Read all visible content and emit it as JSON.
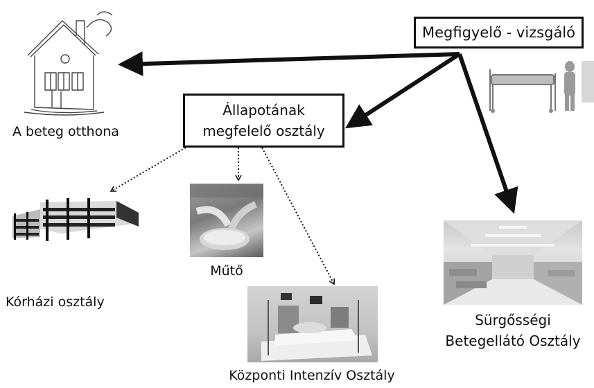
{
  "source_box": {
    "label": "Megfigyelő - vizsgáló"
  },
  "middle_box": {
    "line1": "Állapotának",
    "line2": "megfelelő osztály"
  },
  "destinations": {
    "home": "A beteg otthona",
    "hospital_ward": "Kórházi osztály",
    "operating_room": "Műtő",
    "icu": "Központi Intenzív Osztály",
    "emergency_line1": "Sürgősségi",
    "emergency_line2": "Betegellátó Osztály"
  },
  "icons": {
    "home": "house-sketch-icon",
    "observer": "hospital-bed-icon",
    "hospital_ward": "hospital-building-icon",
    "operating_room": "surgery-photo",
    "icu": "icu-photo",
    "emergency": "emergency-ward-photo"
  }
}
